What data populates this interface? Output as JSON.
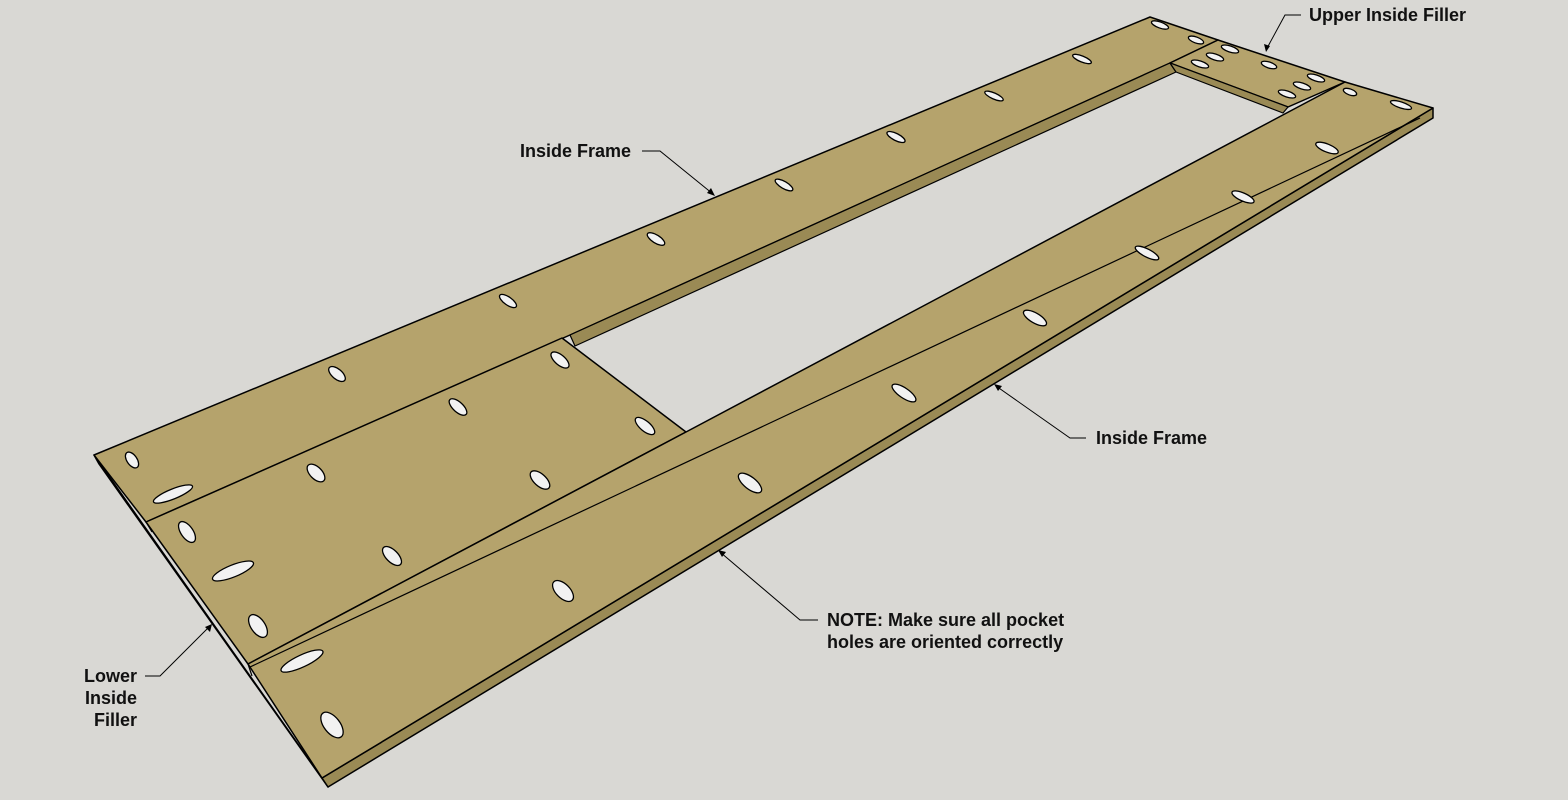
{
  "colors": {
    "background": "#d9d8d4",
    "board_top": "#b5a36c",
    "board_edge": "#9a8a55",
    "board_edge_dark": "#8c7d4a",
    "outline": "#000000",
    "pocket_hole": "#f2f2f2"
  },
  "labels": {
    "upper_inside_filler": "Upper Inside Filler",
    "inside_frame_top": "Inside Frame",
    "inside_frame_right": "Inside Frame",
    "note_line1": "NOTE: Make sure all pocket",
    "note_line2": "holes are oriented correctly",
    "lower_line1": "Lower",
    "lower_line2": "Inside",
    "lower_line3": "Filler"
  }
}
